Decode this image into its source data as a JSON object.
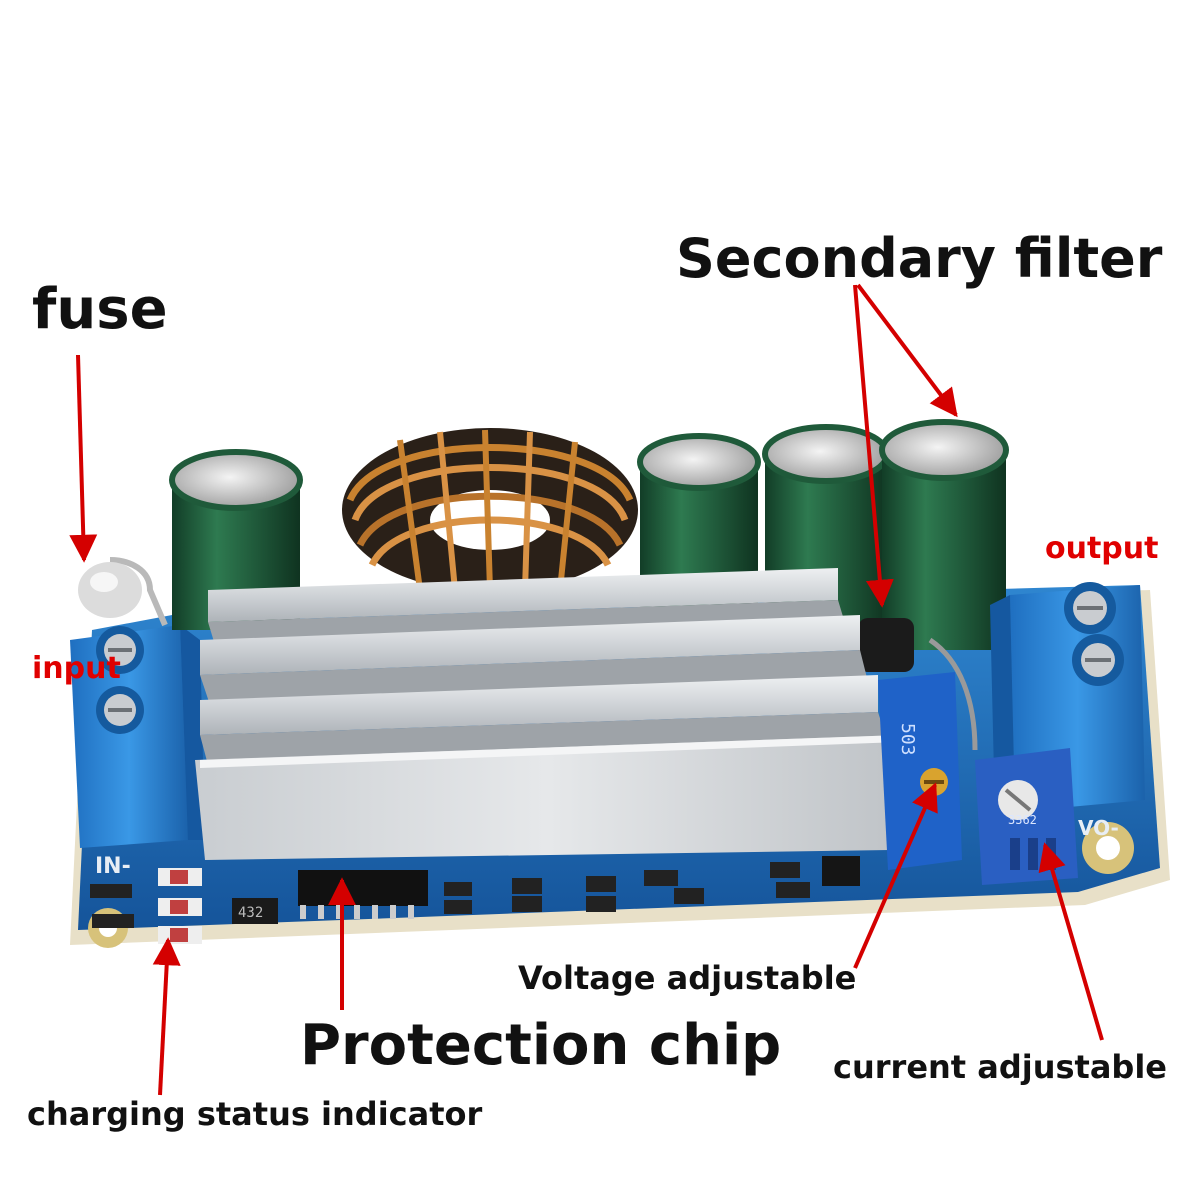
{
  "labels": {
    "fuse": "fuse",
    "secondary_filter": "Secondary filter",
    "output": "output",
    "input": "input",
    "voltage_adjustable": "Voltage adjustable",
    "protection_chip": "Protection chip",
    "current_adjustable": "current adjustable",
    "charging_status_indicator": "charging status indicator"
  },
  "board_markings": {
    "in_minus": "IN-",
    "vo_minus": "VO-",
    "trimmer_code": "3362",
    "pot_code": "503",
    "chip_code": "432"
  },
  "colors": {
    "label_text": "#111111",
    "accent_label": "#e00000",
    "arrow": "#d40000",
    "pcb": "#1f6fb8",
    "terminal": "#2a86d6",
    "heatsink": "#d4d8dc",
    "capacitor": "#1f5a3a",
    "copper": "#c9822f"
  }
}
